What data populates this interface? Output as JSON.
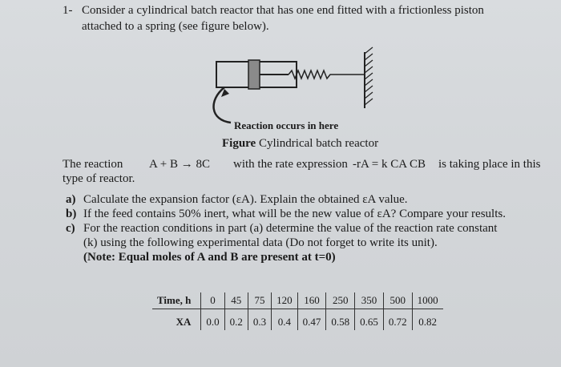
{
  "question": {
    "number": "1-",
    "line1": "Consider a cylindrical batch reactor that has one end fitted with a frictionless piston",
    "line2": "attached to a spring (see figure below)."
  },
  "figure": {
    "annotation": "Reaction occurs in here",
    "caption_label": "Figure",
    "caption_text": "Cylindrical batch reactor"
  },
  "reaction": {
    "intro": "The reaction",
    "equation": "A + B → 8C",
    "middle": "with the rate expression",
    "rate": "-rA = k CA CB",
    "end": "is taking place in this",
    "line2": "type of reactor."
  },
  "tasks": [
    {
      "label": "a)",
      "text": "Calculate the expansion factor (εA). Explain the obtained εA value."
    },
    {
      "label": "b)",
      "text": "If the feed contains 50% inert, what will be the new value of εA? Compare your results."
    },
    {
      "label": "c)",
      "text": "For the reaction conditions in part (a) determine the value of the reaction rate constant"
    }
  ],
  "task_c_line2": "(k) using the following experimental data (Do not forget to write its unit).",
  "note": "(Note: Equal moles of A and B are present at  t=0)",
  "table": {
    "row1_label": "Time, h",
    "row1": [
      "0",
      "45",
      "75",
      "120",
      "160",
      "250",
      "350",
      "500",
      "1000"
    ],
    "row2_label": "XA",
    "row2": [
      "0.0",
      "0.2",
      "0.3",
      "0.4",
      "0.47",
      "0.58",
      "0.65",
      "0.72",
      "0.82"
    ]
  }
}
